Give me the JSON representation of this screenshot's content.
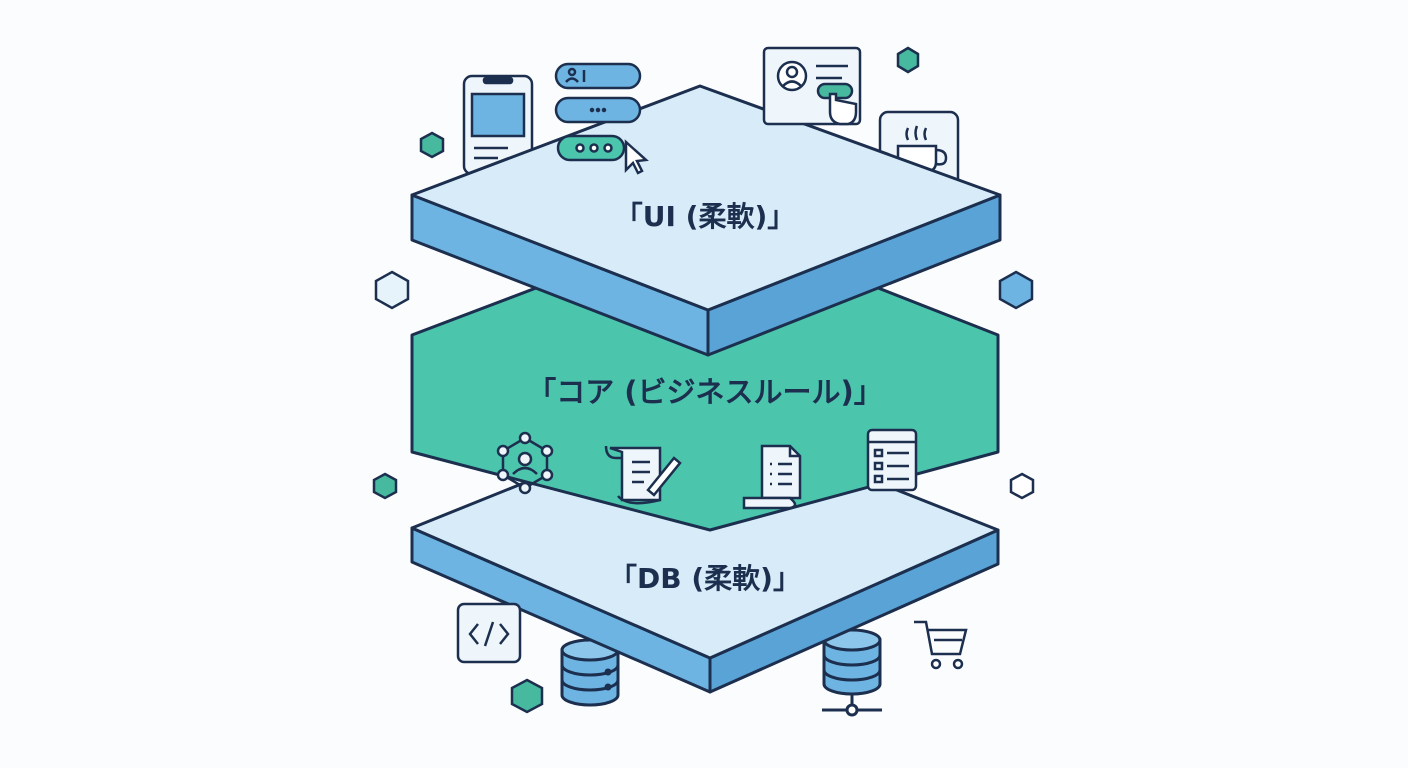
{
  "layers": {
    "ui": {
      "label": "「UI (柔軟)」"
    },
    "core": {
      "label": "「コア (ビジネスルール)」"
    },
    "db": {
      "label": "「DB (柔軟)」"
    }
  },
  "colors": {
    "outline": "#1c2f4f",
    "light_top": "#d7ecf8",
    "blue_side": "#6db4e2",
    "blue_side_dark": "#5aa3d6",
    "core_teal": "#4cc5ad",
    "core_teal_dark": "#3fb29a",
    "hexagon_accent": "#46b99f",
    "icon_fill": "#eef6fc",
    "background": "#fbfcfd"
  },
  "icons": [
    "mobile-phone-icon",
    "user-input-field-icon",
    "text-input-field-icon",
    "password-field-icon",
    "mouse-cursor-icon",
    "profile-card-icon",
    "pointer-hand-icon",
    "coffee-cup-icon",
    "network-user-icon",
    "contract-scroll-icon",
    "document-icon",
    "checklist-icon",
    "code-icon",
    "database-icon",
    "database-network-icon",
    "shopping-cart-icon"
  ]
}
